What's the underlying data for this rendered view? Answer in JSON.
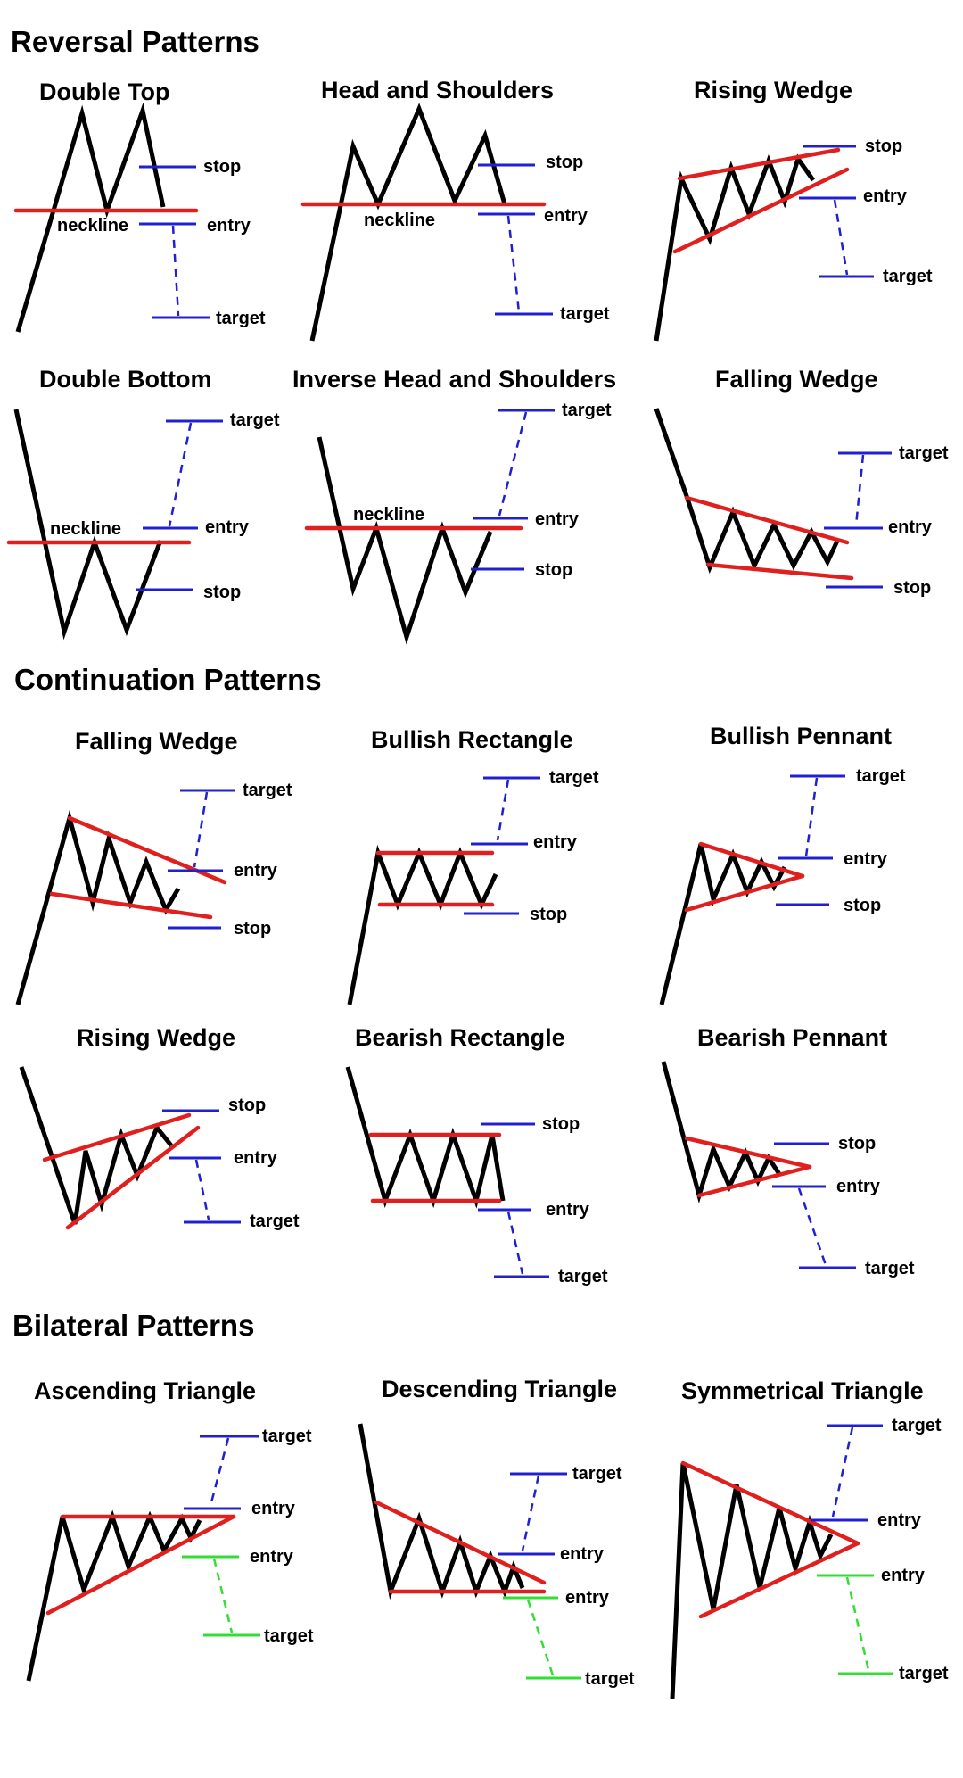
{
  "sections": {
    "reversal": "Reversal Patterns",
    "continuation": "Continuation Patterns",
    "bilateral": "Bilateral Patterns"
  },
  "patterns": {
    "double_top": "Double Top",
    "head_shoulders": "Head and Shoulders",
    "rising_wedge_rev": "Rising Wedge",
    "double_bottom": "Double Bottom",
    "inv_head_shoulders": "Inverse Head and Shoulders",
    "falling_wedge_rev": "Falling Wedge",
    "falling_wedge_cont": "Falling Wedge",
    "bullish_rectangle": "Bullish Rectangle",
    "bullish_pennant": "Bullish Pennant",
    "rising_wedge_cont": "Rising Wedge",
    "bearish_rectangle": "Bearish Rectangle",
    "bearish_pennant": "Bearish Pennant",
    "ascending_triangle": "Ascending Triangle",
    "descending_triangle": "Descending Triangle",
    "symmetrical_triangle": "Symmetrical Triangle"
  },
  "labels": {
    "stop": "stop",
    "entry": "entry",
    "target": "target",
    "neckline": "neckline"
  },
  "colors": {
    "price": "#000000",
    "trendline": "#e0201e",
    "level": "#2020d0",
    "alt_level": "#33dd33"
  }
}
